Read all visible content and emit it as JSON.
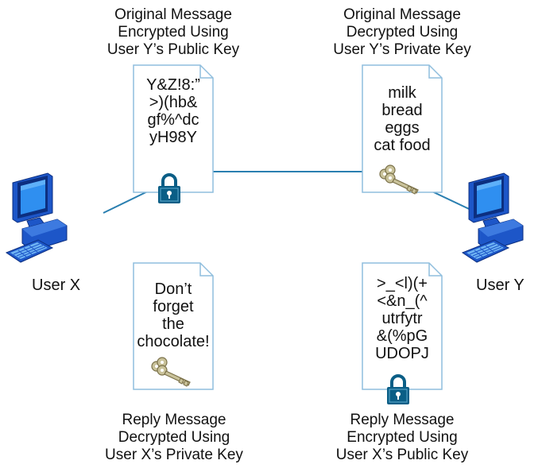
{
  "captions": {
    "top_left": [
      "Original Message",
      "Encrypted Using",
      "User Y’s Public Key"
    ],
    "top_right": [
      "Original Message",
      "Decrypted Using",
      "User Y’s Private Key"
    ],
    "bottom_left": [
      "Reply Message",
      "Decrypted Using",
      "User X’s Private Key"
    ],
    "bottom_right": [
      "Reply Message",
      "Encrypted Using",
      "User X’s Public Key"
    ]
  },
  "documents": {
    "top_left": [
      "Y&Z!8:”",
      ">)(hb&",
      "gf%^dc",
      "yH98Y"
    ],
    "top_right": [
      "milk",
      "bread",
      "eggs",
      "cat food"
    ],
    "bottom_left": [
      "Don’t",
      "forget",
      "the",
      "chocolate!"
    ],
    "bottom_right": [
      ">_<l)(+",
      "<&n_(^",
      "utrfytr",
      "&(%pG",
      "UDOPJ"
    ]
  },
  "users": {
    "x_label": "User X",
    "y_label": "User Y"
  },
  "icons": {
    "lock": "lock-icon",
    "key": "key-icon",
    "computer": "computer-icon"
  },
  "colors": {
    "device_blue": "#1d56c8",
    "screen_blue": "#2f8ff0",
    "lock_blue": "#0a5e86",
    "key_fill": "#c9c29a",
    "key_stroke": "#7a7048",
    "link_line": "#2a7fb0"
  }
}
